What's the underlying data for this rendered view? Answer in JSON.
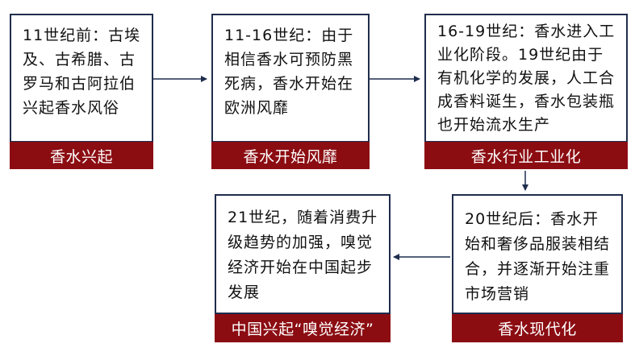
{
  "stages": [
    {
      "text": "11世纪前：古埃及、古希腊、古罗马和古阿拉伯兴起香水风俗",
      "label": "香水兴起"
    },
    {
      "text": "11-16世纪：由于相信香水可预防黑死病，香水开始在欧洲风靡",
      "label": "香水开始风靡"
    },
    {
      "text": "16-19世纪：香水进入工业化阶段。19世纪由于有机化学的发展，人工合成香料诞生，香水包装瓶也开始流水生产",
      "label": "香水行业工业化"
    },
    {
      "text": "20世纪后：香水开始和奢侈品服装相结合，并逐渐开始注重市场营销",
      "label": "香水现代化"
    },
    {
      "text": "21世纪，随着消费升级趋势的加强，嗅觉经济开始在中国起步发展",
      "label": "中国兴起“嗅觉经济”"
    }
  ],
  "colors": {
    "border": "#1f2d4d",
    "label_bg": "#8b0d12",
    "arrow": "#1f2d4d"
  }
}
